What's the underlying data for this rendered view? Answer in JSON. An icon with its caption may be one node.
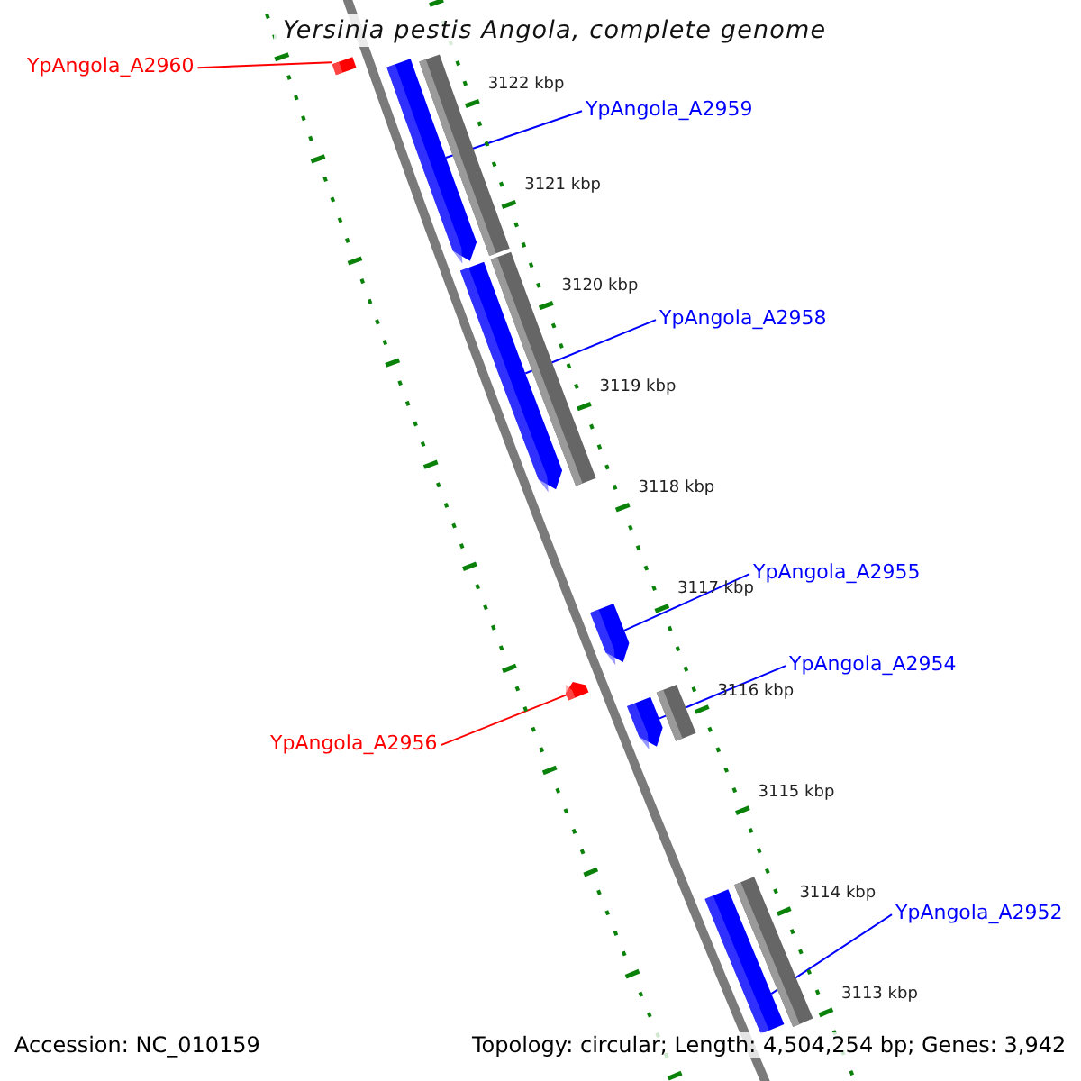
{
  "diagram": {
    "title": "Yersinia pestis Angola, complete genome",
    "nodes": [
      {
        "text": [
          "YpAngola_A2960"
        ]
      },
      {
        "text": [
          "YpAngola_A2959"
        ]
      },
      {
        "text": [
          "YpAngola_A2958"
        ]
      },
      {
        "text": [
          "YpAngola_A2955"
        ]
      },
      {
        "text": [
          "YpAngola_A2954"
        ]
      },
      {
        "text": [
          "YpAngola_A2956"
        ]
      },
      {
        "text": [
          "YpAngola_A2952"
        ]
      },
      {
        "text": [],
        "shape": "bar"
      },
      {
        "text": [],
        "shape": "arrow"
      },
      {
        "text": [],
        "shape": "arrow"
      },
      {
        "text": [],
        "shape": "arrow"
      },
      {
        "text": [],
        "shape": "arrow"
      },
      {
        "text": [],
        "shape": "arrow"
      },
      {
        "text": [],
        "shape": "arrow"
      }
    ],
    "edges": [
      {
        "from": 0,
        "to": 7,
        "arrow": "none",
        "color": "#ff0000"
      },
      {
        "from": 1,
        "to": 8,
        "arrow": "none"
      },
      {
        "from": 2,
        "to": 9,
        "arrow": "none"
      },
      {
        "from": 3,
        "to": 10,
        "arrow": "none"
      },
      {
        "from": 4,
        "to": 12,
        "arrow": "none"
      },
      {
        "from": 5,
        "to": 11,
        "arrow": "none",
        "color": "#ff0000"
      },
      {
        "from": 6,
        "to": 13,
        "arrow": "none"
      }
    ],
    "labels": [
      "3122 kbp",
      "3121 kbp",
      "3120 kbp",
      "3119 kbp",
      "3118 kbp",
      "3117 kbp",
      "3116 kbp",
      "3115 kbp",
      "3114 kbp",
      "3113 kbp",
      "Accession: NC_010159",
      "Topology: circular; Length: 4,504,254 bp; Genes: 3,942"
    ]
  }
}
